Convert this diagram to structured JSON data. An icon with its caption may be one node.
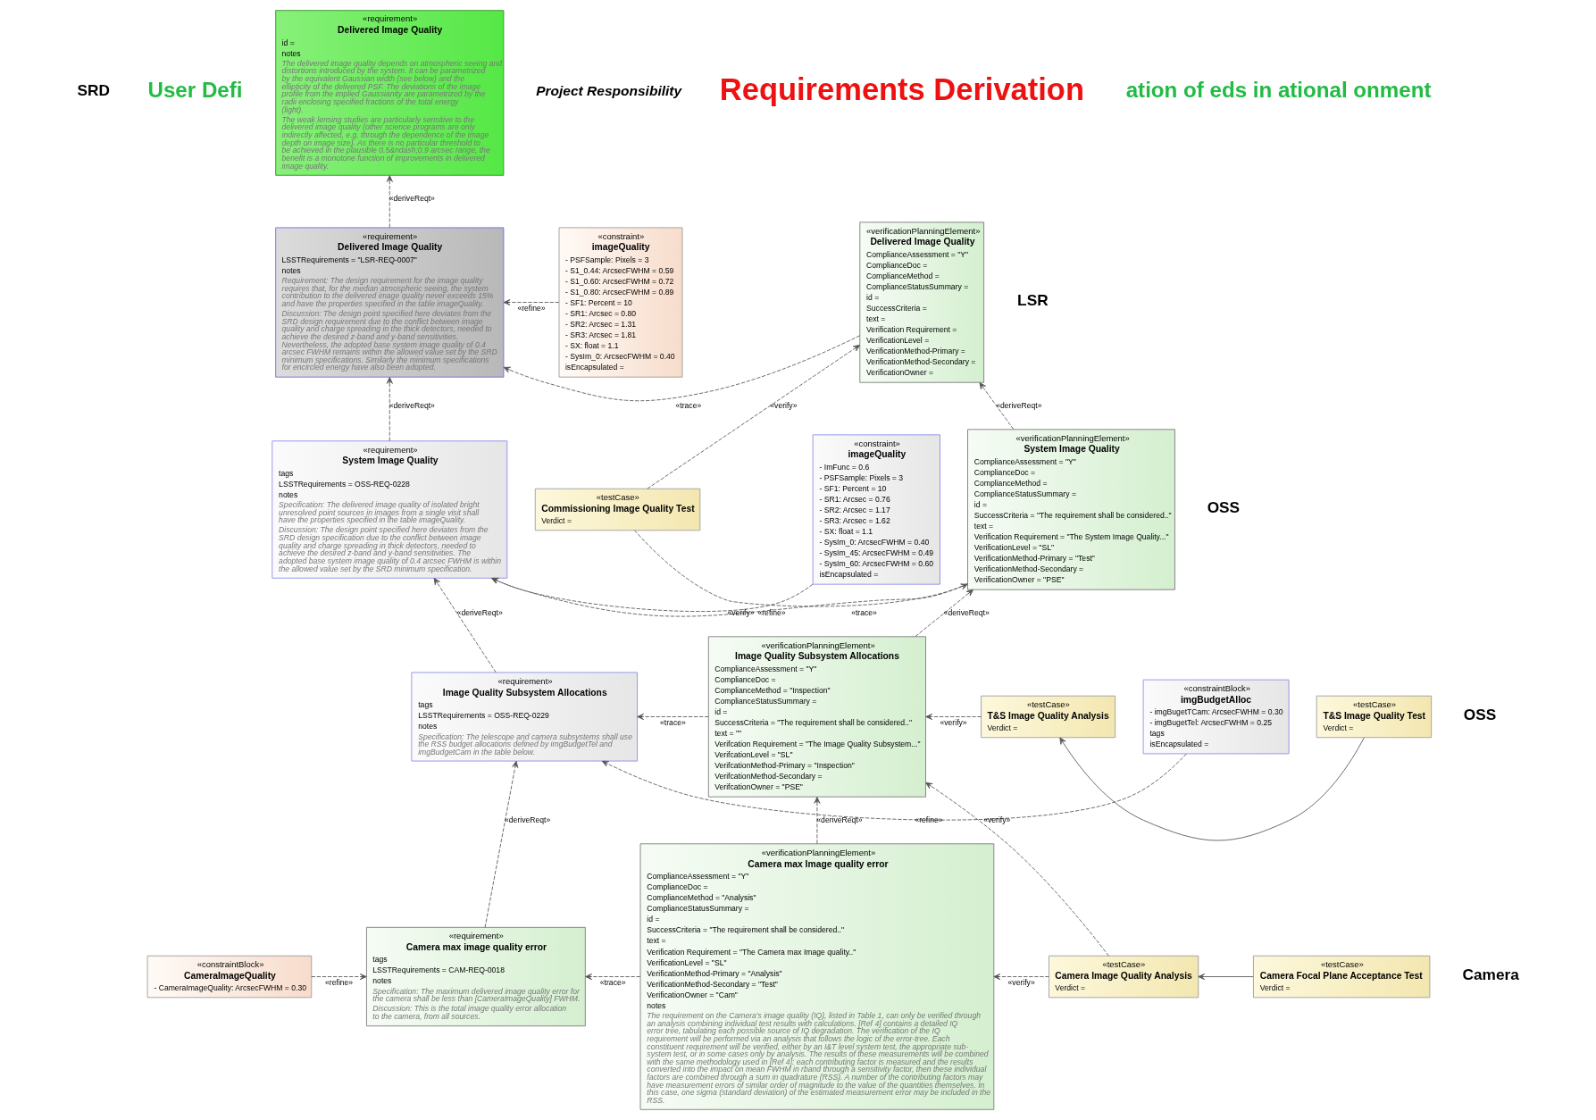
{
  "diagram": {
    "nodes": [
      {
        "text": [
          "«requirement»",
          "Delivered Image Quality",
          "id =",
          "notes",
          "The delivered image quality depends on atmospheric seeing and distortions introduced by the system. It can be parametrized by the equivalent Gaussian width (see below) and the ellipticity of the delivered PSF. The deviations of the image profile from the implied Gaussianity are parametrized by the radii enclosing specified fractions of the total energy (light).",
          "The weak lensing studies are particularly sensitive to the delivered image quality (other science programs are only indirectly affected, e.g. through the dependence of the image depth on image size). As there is no particular threshold to be achieved in the plausible 0.5&ndash;0.9 arcsec range, the benefit is a monotone function of improvements in delivered image quality."
        ]
      },
      {
        "text": [
          "«constraint»",
          "imageQuality",
          "- PSFSample: Pixels = 3",
          "- S1_0.44: ArcsecFWHM = 0.59",
          "- S1_0.60: ArcsecFWHM = 0.72",
          "- S1_0.80: ArcsecFWHM = 0.89",
          "- SF1: Percent = 10",
          "- SR1: Arcsec = 0.80",
          "- SR2: Arcsec = 1.31",
          "- SR3: Arcsec = 1.81",
          "- SX: float = 1.1",
          "- SysIm_0: ArcsecFWHM = 0.40",
          "isEncapsulated ="
        ]
      },
      {
        "text": [
          "«requirement»",
          "Delivered Image Quality",
          "LSSTRequirements = \"LSR-REQ-0007\"",
          "notes",
          "Requirement: The design requirement for the image quality requires that, for the median atmospheric seeing, the system contribution to the delivered image quality never exceeds 15% and have the properties specified in the table imageQuality.",
          "Discussion: The design point specified here deviates from the SRD design requirement due to the conflict between image quality and charge spreading in the thick detectors, needed to achieve the desired z-band and y-band sensitivities. Nevertheless, the adopted base system image quality of 0.4 arcsec FWHM remains within the allowed value set by the SRD minimum specifications. Similarly the minimum specifications for encircled energy have also been adopted."
        ]
      },
      {
        "text": [
          "«verificationPlanningElement»",
          "Delivered Image Quality",
          "ComplianceAssessment = \"Y\"",
          "ComplianceDoc =",
          "ComplianceMethod =",
          "ComplianceStatusSummary =",
          "id =",
          "SuccessCriteria =",
          "text =",
          "Verification Requirement =",
          "VerificationLevel =",
          "VerificationMethod-Primary =",
          "VerificationMethod-Secondary =",
          "VerificationOwner ="
        ]
      },
      {
        "text": [
          "«constraint»",
          "imageQuality",
          "- ImFunc = 0.6",
          "- PSFSample: Pixels = 3",
          "- SF1: Percent = 10",
          "- SR1: Arcsec = 0.76",
          "- SR2: Arcsec = 1.17",
          "- SR3: Arcsec = 1.62",
          "- SX: float = 1.1",
          "- SysIm_0: ArcsecFWHM = 0.40",
          "- SysIm_45: ArcsecFWHM = 0.49",
          "- SysIm_60: ArcsecFWHM = 0.60",
          "isEncapsulated ="
        ]
      },
      {
        "text": [
          "«requirement»",
          "System Image Quality",
          "tags",
          "LSSTRequirements = OSS-REQ-0228",
          "notes",
          "Specification: The delivered image quality of isolated bright unresolved point sources in images from a single visit shall have the properties specified in the table imageQuality.",
          "Discussion: The design point specified here deviates from the SRD design specification due to the conflict between image quality and charge spreading in thick detectors, needed to achieve the desired z-band and y-band sensitivities. The adopted base system image quality of 0.4 arcsec FWHM is within the allowed value set by the SRD minimum specification."
        ]
      },
      {
        "text": [
          "«verificationPlanningElement»",
          "System Image Quality",
          "ComplianceAssessment = \"Y\"",
          "ComplianceDoc =",
          "ComplianceMethod =",
          "ComplianceStatusSummary =",
          "id =",
          "SuccessCriteria = \"The requirement shall be considered..\"",
          "text =",
          "Verification Requirement = \"The System Image Quality...\"",
          "VerificationLevel = \"SL\"",
          "VerificationMethod-Primary = \"Test\"",
          "VerificationMethod-Secondary =",
          "VerificationOwner = \"PSE\""
        ]
      },
      {
        "text": [
          "«testCase»",
          "Commissioning Image Quality Test",
          "Verdict ="
        ]
      },
      {
        "text": [
          "«constraintBlock»",
          "imgBudgetAlloc",
          "- imgBugetTCam: ArcsecFWHM = 0.30",
          "- imgBugetTel: ArcsecFWHM = 0.25",
          "tags",
          "isEncapsulated ="
        ]
      },
      {
        "text": [
          "«requirement»",
          "Image Quality Subsystem Allocations",
          "tags",
          "LSSTRequirements = OSS-REQ-0229",
          "notes",
          "Specification: The telescope and camera subsystems shall use the RSS budget allocations defined by imgBudgetTel and imgBudgetCam in the table below."
        ]
      },
      {
        "text": [
          "«verificationPlanningElement»",
          "Image Quality Subsystem Allocations",
          "ComplianceAssessment = \"Y\"",
          "ComplianceDoc =",
          "ComplianceMethod = \"Inspection\"",
          "ComplianceStatusSummary =",
          "id =",
          "SuccessCriteria = \"The requirement shall be considered..\"",
          "text = \"\"",
          "Verifcation Requirement = \"The Image Quality Subsystem...\"",
          "VerifcationLevel = \"SL\"",
          "VerifcationMethod-Primary = \"Inspection\"",
          "VerifcationMethod-Secondary =",
          "VerifcationOwner = \"PSE\""
        ]
      },
      {
        "text": [
          "«testCase»",
          "T&S Image Quality Analysis",
          "Verdict ="
        ]
      },
      {
        "text": [
          "«testCase»",
          "T&S Image Quality Test",
          "Verdict ="
        ]
      },
      {
        "text": [
          "«constraintBlock»",
          "CameraImageQuality",
          "- CameraImageQuality: ArcsecFWHM = 0.30"
        ]
      },
      {
        "text": [
          "«requirement»",
          "Camera max image quality error",
          "tags",
          "LSSTRequirements = CAM-REQ-0018",
          "notes",
          "Specification: The maximum delivered image quality error for the camera shall be less than [CameraImageQuality] FWHM.",
          "Discussion: This is the total image quality error allocation to the camera, from all sources."
        ]
      },
      {
        "text": [
          "«verificationPlanningElement»",
          "Camera max Image quality error",
          "ComplianceAssessment = \"Y\"",
          "ComplianceDoc =",
          "ComplianceMethod = \"Analysis\"",
          "ComplianceStatusSummary =",
          "id =",
          "SuccessCriteria = \"The requirement shall be considered..\"",
          "text =",
          "Verification Requirement = \"The Camera max Image quality..\"",
          "VerificationLevel = \"SL\"",
          "VerificationMethod-Primary = \"Analysis\"",
          "VerificationMethod-Secondary = \"Test\"",
          "VerificationOwner = \"Cam\"",
          "notes",
          "The requirement on the Camera's image quality (IQ), listed in Table 1, can only be verified through an analysis combining individual test results with calculations. [Ref 4] contains a detailed IQ error tree, tabulating each possible source of IQ degradation. The verification of the IQ requirement will be performed via an analysis that follows the logic of the error-tree. Each constituent requirement will be verified, either by an I&T level system test, the appropriate sub-system test, or in some cases only by analysis. The results of these measurements will be combined with the same methodology used in [Ref 4]: each contributing factor is measured and the results converted into the impact on mean FWHM in rband through a sensitivity factor, then these individual factors are combined through a sum in quadrature (RSS). A number of the contributing factors may have measurement errors of similar order of magnitude to the value of the quantities themselves. In this case, one sigma (standard deviation) of the estimated measurement error may be included in the RSS."
        ]
      },
      {
        "text": [
          "«testCase»",
          "Camera Image Quality Analysis",
          "Verdict ="
        ]
      },
      {
        "text": [
          "«testCase»",
          "Camera Focal Plane Acceptance Test",
          "Verdict ="
        ]
      }
    ],
    "edges": [
      {
        "from": 2,
        "to": 0,
        "arrow": "to",
        "label": "«deriveReqt»",
        "style": "dashed"
      },
      {
        "from": 1,
        "to": 2,
        "arrow": "to",
        "label": "«refine»",
        "style": "dashed"
      },
      {
        "from": 3,
        "to": 2,
        "arrow": "to",
        "label": "«trace»",
        "style": "dashed"
      },
      {
        "from": 5,
        "to": 2,
        "arrow": "to",
        "label": "«deriveReqt»",
        "style": "dashed"
      },
      {
        "from": 4,
        "to": 5,
        "arrow": "to",
        "label": "«refine»",
        "style": "dashed"
      },
      {
        "from": 6,
        "to": 5,
        "arrow": "to",
        "label": "«trace»",
        "style": "dashed"
      },
      {
        "from": 6,
        "to": 3,
        "arrow": "to",
        "label": "«deriveReqt»",
        "style": "dashed"
      },
      {
        "from": 7,
        "to": 3,
        "arrow": "to",
        "label": "«verify»",
        "style": "dashed"
      },
      {
        "from": 7,
        "to": 6,
        "arrow": "to",
        "label": "«verify»",
        "style": "dashed"
      },
      {
        "from": 9,
        "to": 5,
        "arrow": "to",
        "label": "«deriveReqt»",
        "style": "dashed"
      },
      {
        "from": 8,
        "to": 9,
        "arrow": "to",
        "label": "«refine»",
        "style": "dashed"
      },
      {
        "from": 10,
        "to": 9,
        "arrow": "to",
        "label": "«trace»",
        "style": "dashed"
      },
      {
        "from": 10,
        "to": 6,
        "arrow": "to",
        "label": "«deriveReqt»",
        "style": "dashed"
      },
      {
        "from": 11,
        "to": 10,
        "arrow": "to",
        "label": "«verify»",
        "style": "dashed"
      },
      {
        "from": 12,
        "to": 11,
        "arrow": "to"
      },
      {
        "from": 14,
        "to": 9,
        "arrow": "to",
        "label": "«deriveReqt»",
        "style": "dashed"
      },
      {
        "from": 13,
        "to": 14,
        "arrow": "to",
        "label": "«refine»",
        "style": "dashed"
      },
      {
        "from": 15,
        "to": 14,
        "arrow": "to",
        "label": "«trace»",
        "style": "dashed"
      },
      {
        "from": 15,
        "to": 10,
        "arrow": "to",
        "label": "«deriveReqt»",
        "style": "dashed"
      },
      {
        "from": 16,
        "to": 10,
        "arrow": "to",
        "label": "«verify»",
        "style": "dashed"
      },
      {
        "from": 16,
        "to": 15,
        "arrow": "to",
        "label": "«verify»",
        "style": "dashed"
      },
      {
        "from": 17,
        "to": 16,
        "arrow": "to"
      }
    ],
    "labels": [
      "SRD",
      "LSR",
      "OSS",
      "OSS",
      "Camera",
      "Project Responsibility",
      "Requirements Derivation",
      "User Defi",
      "ation of eds in ational onment"
    ]
  }
}
